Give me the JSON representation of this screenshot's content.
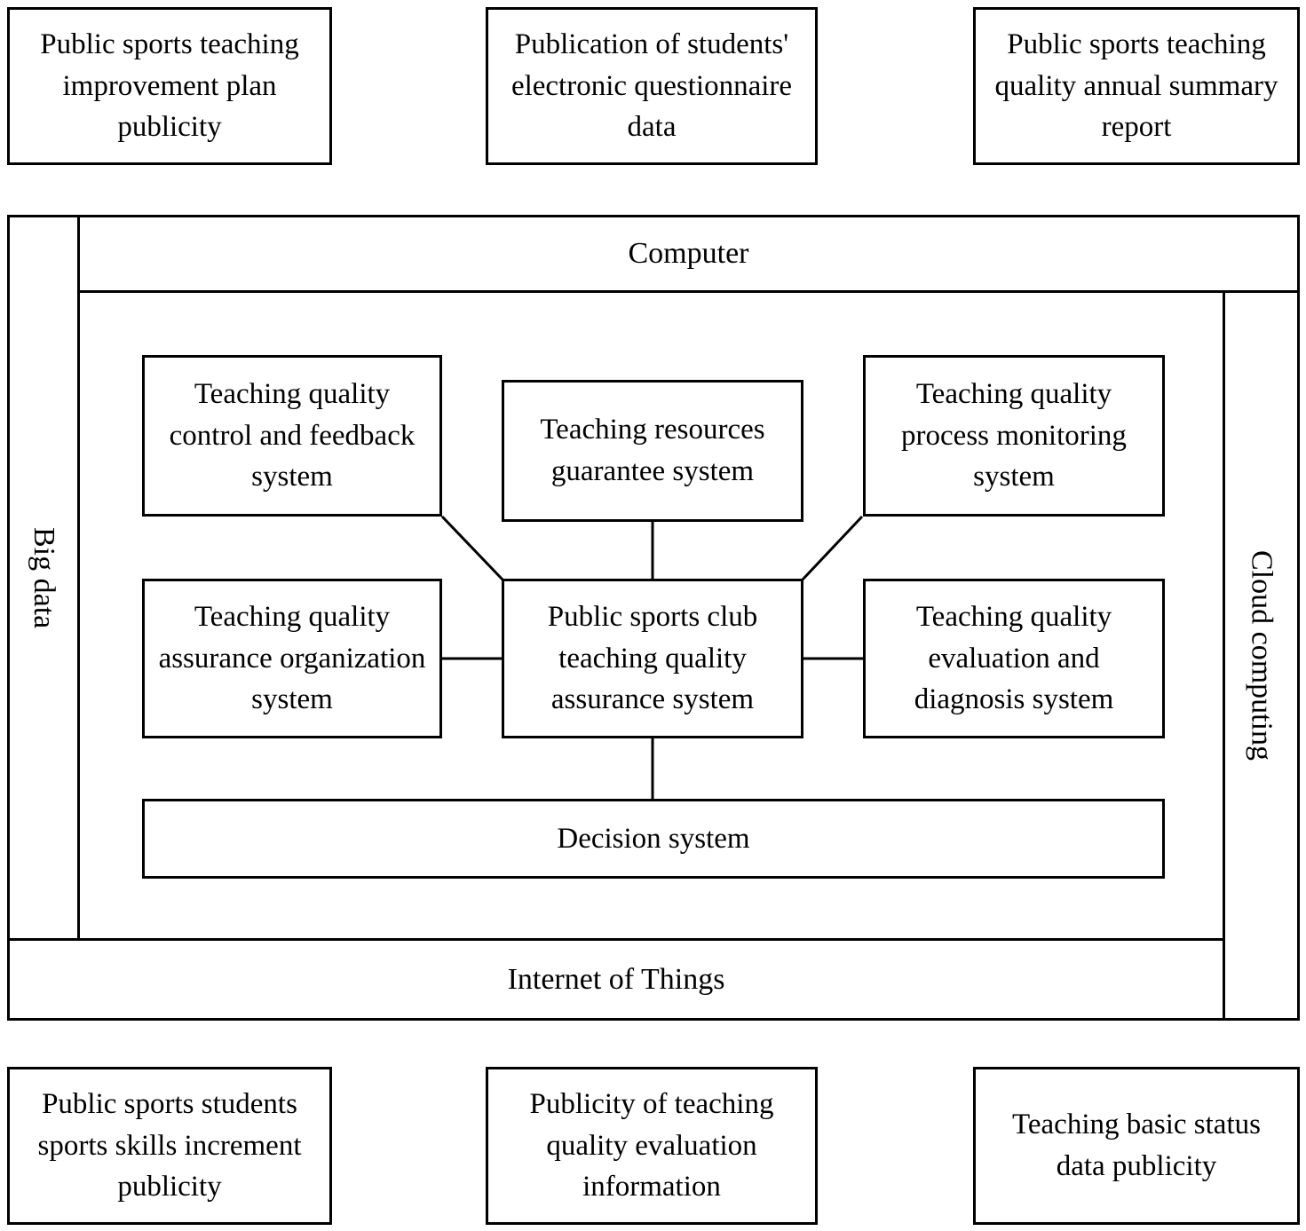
{
  "top_row": [
    {
      "label": "Public sports teaching improvement plan publicity"
    },
    {
      "label": "Publication of students' electronic questionnaire data"
    },
    {
      "label": "Public sports teaching quality annual summary report"
    }
  ],
  "frame": {
    "computer": "Computer",
    "big_data": "Big data",
    "cloud_computing": "Cloud computing",
    "internet_of_things": "Internet of Things"
  },
  "inner": {
    "control_feedback": "Teaching quality control and feedback system",
    "resources_guarantee": "Teaching resources guarantee system",
    "process_monitoring": "Teaching quality process monitoring system",
    "assurance_organization": "Teaching quality assurance organization system",
    "center": "Public sports club teaching quality assurance system",
    "evaluation_diagnosis": "Teaching quality evaluation and diagnosis system",
    "decision": "Decision system"
  },
  "bottom_row": [
    {
      "label": "Public sports students sports skills increment publicity"
    },
    {
      "label": "Publicity of teaching quality evaluation information"
    },
    {
      "label": "Teaching basic status data publicity"
    }
  ],
  "colors": {
    "line": "#000000",
    "background": "#ffffff"
  }
}
